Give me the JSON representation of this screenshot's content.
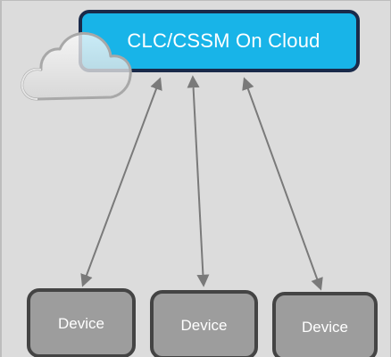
{
  "cloud": {
    "label": "CLC/CSSM On Cloud",
    "icon": "cloud-icon"
  },
  "devices": [
    {
      "label": "Device"
    },
    {
      "label": "Device"
    },
    {
      "label": "Device"
    }
  ],
  "colors": {
    "background": "#dcdcdc",
    "cloud_box_fill": "#18b4e8",
    "cloud_box_border": "#1a2a4a",
    "device_fill": "#9d9d9d",
    "device_border": "#444444",
    "connector": "#7a7a7a"
  }
}
